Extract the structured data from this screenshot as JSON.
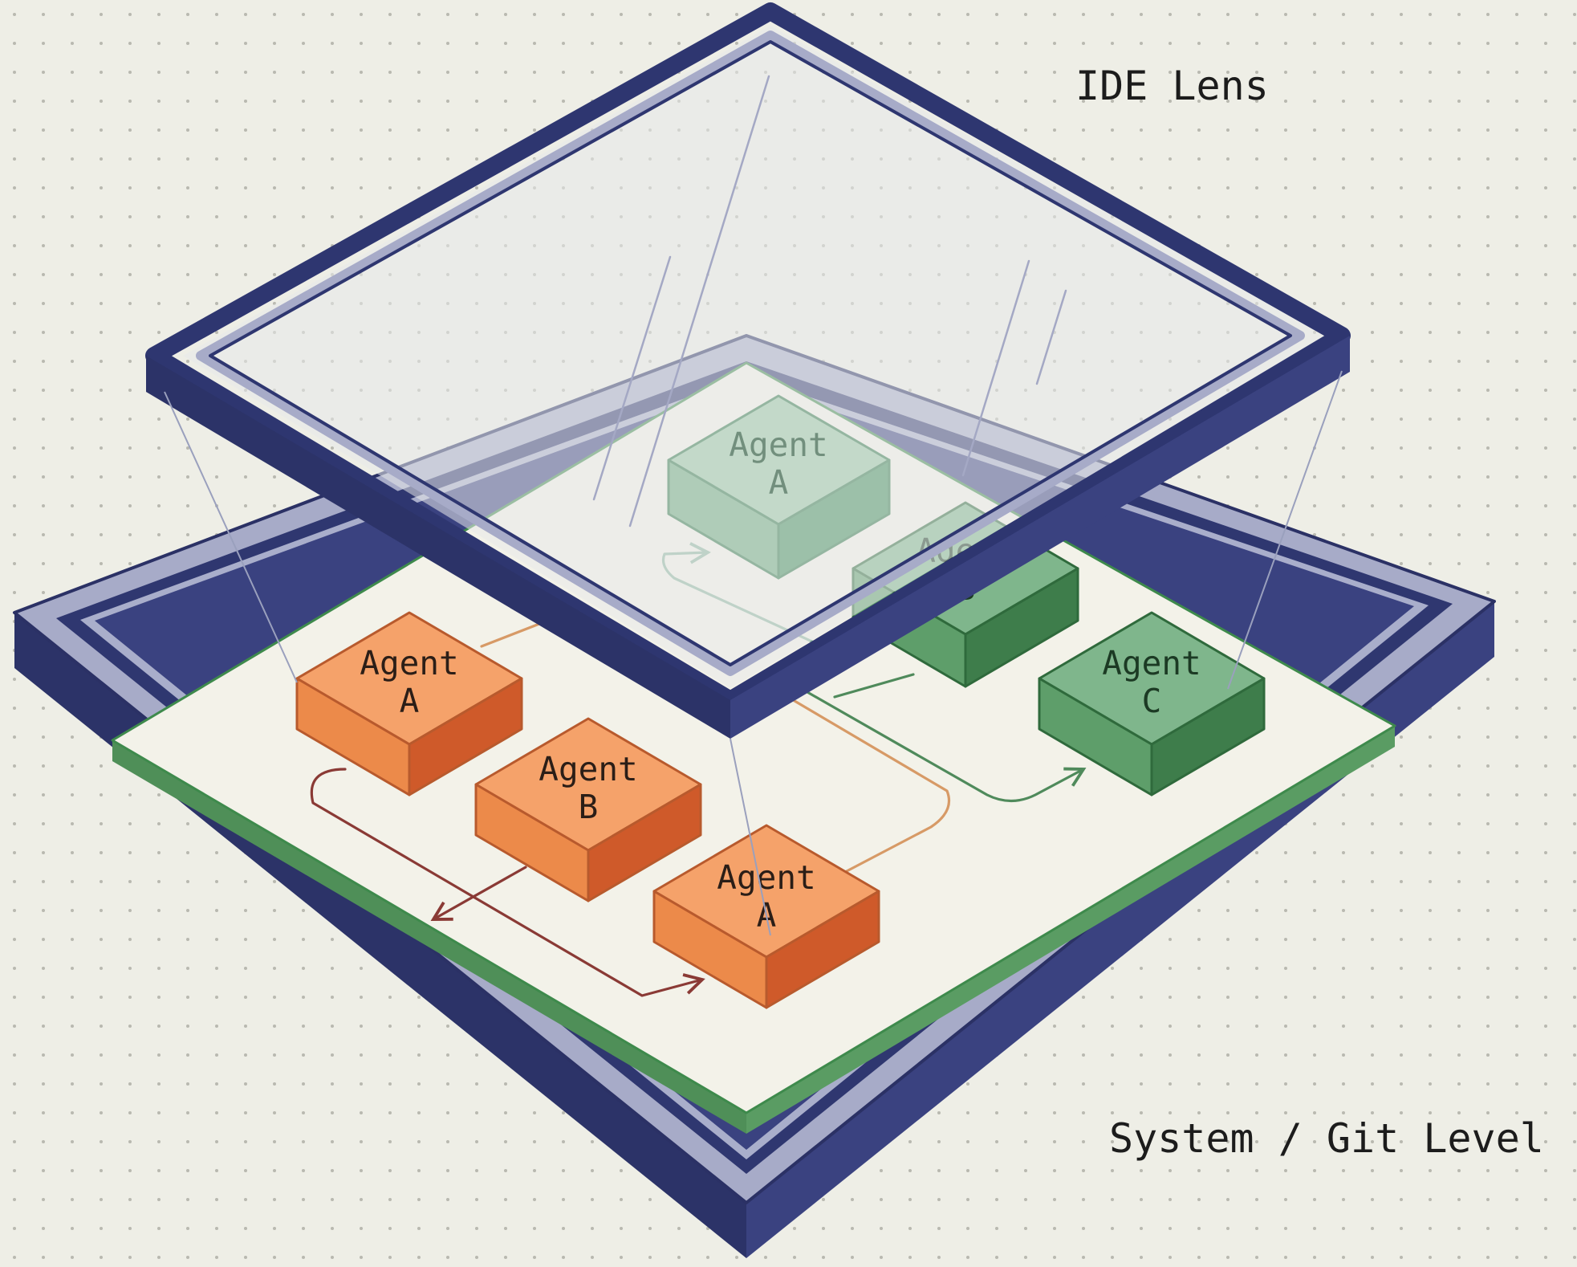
{
  "labels": {
    "ide_lens": "IDE Lens",
    "system_level": "System / Git Level"
  },
  "agents_system_level": [
    {
      "line1": "Agent",
      "line2": "A"
    },
    {
      "line1": "Agent",
      "line2": "B"
    },
    {
      "line1": "Agent",
      "line2": "A"
    }
  ],
  "agents_ide_lens": [
    {
      "line1": "Agent",
      "line2": "A"
    },
    {
      "line1": "Agent",
      "line2": "B"
    },
    {
      "line1": "Agent",
      "line2": "C"
    }
  ],
  "colors": {
    "background": "#eeeee6",
    "platform_navy": "#2e3670",
    "platform_lavender": "#a7abc8",
    "accent_green": "#4e9158",
    "orange_agent": "#ec8a4a",
    "green_agent": "#5e9e6a",
    "faded_green_agent": "#9cc3aa"
  }
}
